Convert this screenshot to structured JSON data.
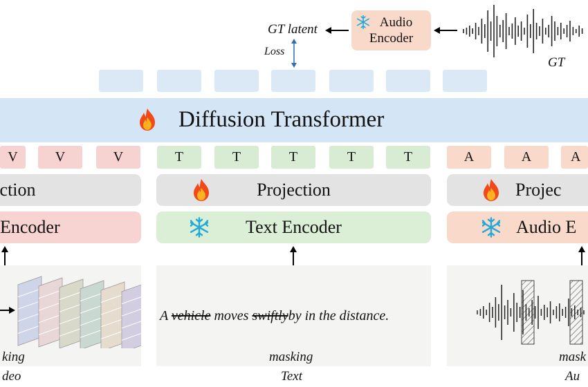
{
  "audio_encoder_top": {
    "line1": "Audio",
    "line2": "Encoder"
  },
  "gt_latent": "GT latent",
  "loss": "Loss",
  "gt_label": "GT",
  "diffusion_transformer": "Diffusion Transformer",
  "video_tokens": [
    "V",
    "V",
    "V"
  ],
  "text_tokens": [
    "T",
    "T",
    "T",
    "T",
    "T"
  ],
  "audio_tokens": [
    "A",
    "A",
    "A"
  ],
  "projection_video": "ection",
  "projection_text": "Projection",
  "projection_audio": "Projec",
  "encoder_video": "Encoder",
  "encoder_text": "Text Encoder",
  "encoder_audio": "Audio E",
  "text_sentence": {
    "w1": "A",
    "w2": "vehicle",
    "w3": "moves",
    "w4": "swiftly",
    "w5": "by in the distance."
  },
  "caption_video": {
    "line1": "king",
    "line2": "deo"
  },
  "caption_text": {
    "line1": "masking",
    "line2": "Text"
  },
  "caption_audio": {
    "line1": "mask",
    "line2": "Au"
  },
  "colors": {
    "transformer": "#d4e6f5",
    "projection": "#e3e3e3",
    "text_encoder": "#dbeed6",
    "video_encoder": "#f7d3d1",
    "audio_encoder": "#f9d9c9",
    "input_panel": "#f4f4f2"
  }
}
